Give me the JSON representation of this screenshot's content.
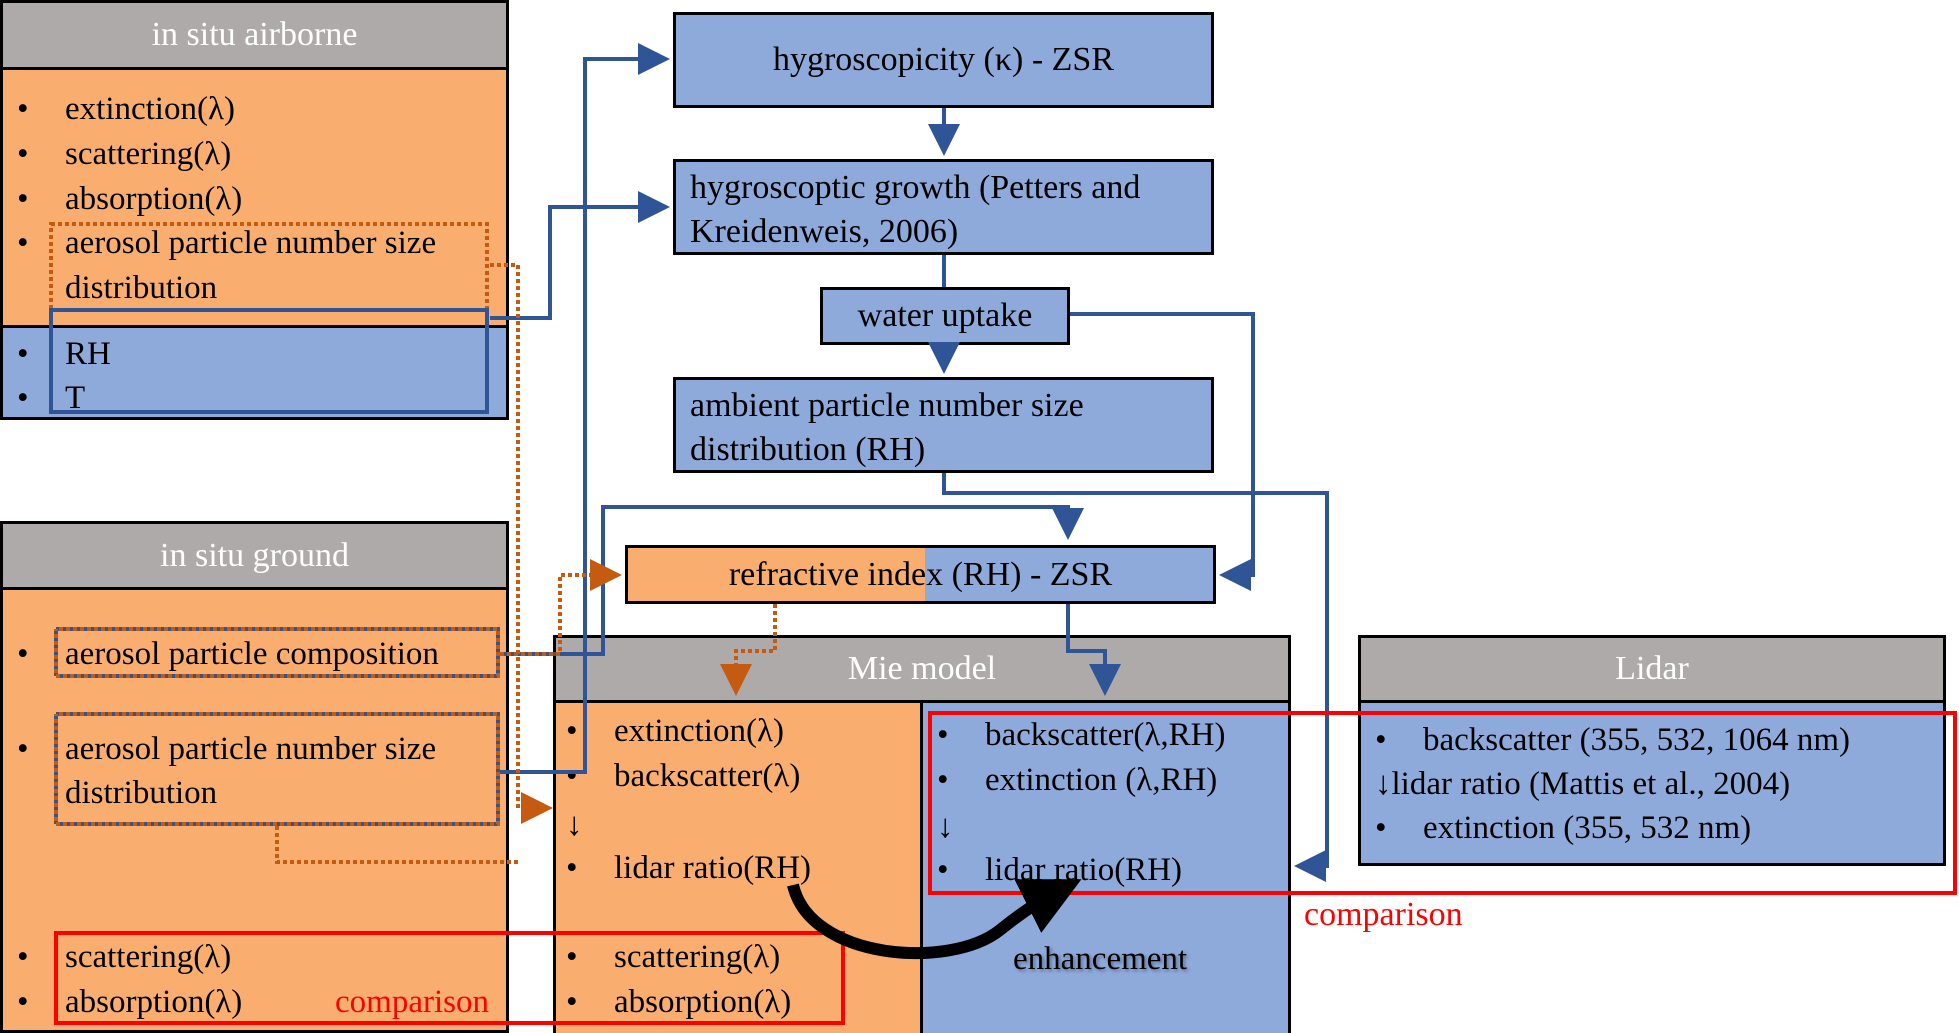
{
  "airborne": {
    "title": "in situ airborne",
    "items": [
      "extinction(λ)",
      "scattering(λ)",
      "absorption(λ)",
      "aerosol particle number size",
      "distribution"
    ],
    "met_items": [
      "RH",
      "T"
    ]
  },
  "ground": {
    "title": "in situ ground",
    "composition": "aerosol particle composition",
    "pnsd_line1": "aerosol particle number size",
    "pnsd_line2": "distribution",
    "optical_items": [
      "scattering(λ)",
      "absorption(λ)"
    ],
    "comparison_label": "comparison"
  },
  "process": {
    "hygroscopicity": "hygroscopicity (κ) - ZSR",
    "growth_line1": "hygroscoptic growth (Petters and",
    "growth_line2": "Kreidenweis, 2006)",
    "water_uptake": "water uptake",
    "ambient_line1": "ambient particle number size",
    "ambient_line2": "distribution (RH)",
    "refractive_index": "refractive index (RH) - ZSR"
  },
  "mie": {
    "title": "Mie model",
    "dry_items": [
      "extinction(λ)",
      "backscatter(λ)",
      "↓",
      "lidar ratio(RH)",
      "scattering(λ)",
      "absorption(λ)"
    ],
    "wet_items": [
      "backscatter(λ,RH)",
      "extinction (λ,RH)",
      "↓",
      "lidar ratio(RH)"
    ],
    "enhancement_label": "enhancement"
  },
  "lidar": {
    "title": "Lidar",
    "item1": "backscatter (355, 532, 1064 nm)",
    "item2": "↓lidar ratio (Mattis et al., 2004)",
    "item3": "extinction (355, 532 nm)",
    "comparison_label": "comparison"
  },
  "bullet": "•",
  "colors": {
    "orange": "#f9ad6e",
    "blue": "#8eaadb",
    "header_gray": "#aeaaaa",
    "arrow_blue": "#2f5597",
    "arrow_orange": "#c55a11",
    "comparison_red": "#ff0000"
  }
}
